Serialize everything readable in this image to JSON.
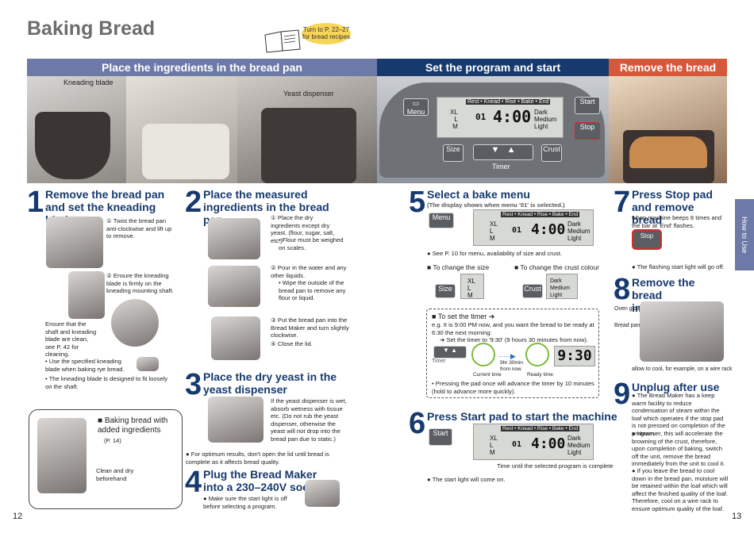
{
  "title": "Baking Bread",
  "callout": "Turn to P. 22–27 for bread recipes",
  "bands": [
    "Place the ingredients in the bread pan",
    "Set the program and start",
    "Remove the bread"
  ],
  "photo_labels": {
    "kneading_blade": "Kneading blade",
    "yeast_dispenser": "Yeast dispenser"
  },
  "panel": {
    "menu": "Menu",
    "start": "Start",
    "stop": "Stop",
    "size": "Size",
    "crust": "Crust",
    "timer": "Timer",
    "stages": "Rest • Knead • Rise • Bake • End",
    "sizes": [
      "XL",
      "L",
      "M"
    ],
    "crusts": [
      "Dark",
      "Medium",
      "Light"
    ],
    "menu_no": "01",
    "time": "4:00"
  },
  "steps": [
    {
      "n": "1",
      "title": "Remove the bread pan and set the kneading blade",
      "items": [
        "① Twist the bread pan anti-clockwise and lift up to remove.",
        "② Ensure the kneading blade is firmly on the kneading mounting shaft."
      ],
      "note": "Ensure that the shaft and kneading blade are clean, see P. 42 for cleaning.",
      "bullets": [
        "Use the specified kneading blade when baking rye bread.",
        "The kneading blade is designed to fit loosely on the shaft."
      ]
    },
    {
      "n": "2",
      "title": "Place the measured ingredients in the bread pan",
      "items": [
        "① Place the dry ingredients except dry yeast. (flour, sugar, salt, etc.)",
        "• Flour must be weighed on scales.",
        "② Pour in the water and any other liquids.",
        "• Wipe the outside of the bread pan to remove any flour or liquid.",
        "③ Put the bread pan into the Bread Maker and turn slightly clockwise.",
        "④ Close the lid."
      ]
    },
    {
      "n": "3",
      "title": "Place the dry yeast in the yeast dispenser",
      "items": [
        "If the yeast dispenser is wet, absorb wetness with tissue etc. (Do not rub the yeast dispenser, otherwise the yeast will not drop into the bread pan due to static.)"
      ],
      "bullets": [
        "For optimum results, don't open the lid until bread is complete as it affects bread quality."
      ]
    },
    {
      "n": "4",
      "title": "Plug the Bread Maker into a 230–240V socket",
      "bullets": [
        "Make sure the start light is off before selecting a program."
      ]
    },
    {
      "n": "5",
      "title": "Select a bake menu",
      "sub": "(The display shows when menu '01' is selected.)",
      "bullets": [
        "See P. 10 for menu, availability of size and crust."
      ],
      "size_lbl": "■ To change the size",
      "crust_lbl": "■ To change the crust colour"
    },
    {
      "n": "6",
      "title": "Press Start pad to start the machine",
      "caption": "Time until the selected program is complete",
      "bullets": [
        "The start light will come on."
      ]
    },
    {
      "n": "7",
      "title": "Press Stop pad and remove bread",
      "text": "when machine beeps 8 times and the bar at 'End' flashes.",
      "bullets": [
        "The flashing start light will go off."
      ]
    },
    {
      "n": "8",
      "title": "Remove the bread immediately,",
      "labels": [
        "Oven glove",
        "Bread pan"
      ],
      "text": "allow to cool, for example, on a wire rack"
    },
    {
      "n": "9",
      "title": "Unplug after use",
      "bullets": [
        "The Bread Maker has a keep warm facility to reduce condensation of steam within the loaf which operates if the stop pad is not pressed on completion of the program.",
        "However, this will accelerate the browning of the crust, therefore, upon completion of baking, switch off the unit, remove the bread immediately from the unit to cool it.",
        "If you leave the bread to cool down in the bread pan, moisture will be retained within the loaf which will affect the finished quality of the loaf. Therefore, cool on a wire rack to ensure optimum quality of the loaf."
      ]
    }
  ],
  "timer": {
    "title": "■ To set the timer ➜",
    "example": "e.g. It is 9:00 PM now, and you want the bread to be ready at 6:30 the next morning:",
    "set": "➜ Set the timer to '9:30' (9 hours 30 minutes from now).",
    "current": "Current time",
    "from_now": "9hr 30min from now",
    "ready": "Ready time",
    "display": "9:30",
    "note": "• Pressing the pad once will advance the timer by 10 minutes (hold to advance more quickly)."
  },
  "additions": {
    "title": "■ Baking bread with added ingredients",
    "ref": "(P. 14)",
    "label": "Clean and dry beforehand"
  },
  "side_tab": "How to Use",
  "page_left": "12",
  "page_right": "13",
  "colors": {
    "heading": "#173a6e",
    "band1": "#6d7aa8",
    "band2": "#173a6e",
    "band3": "#d6573a",
    "callout": "#f7d557"
  }
}
